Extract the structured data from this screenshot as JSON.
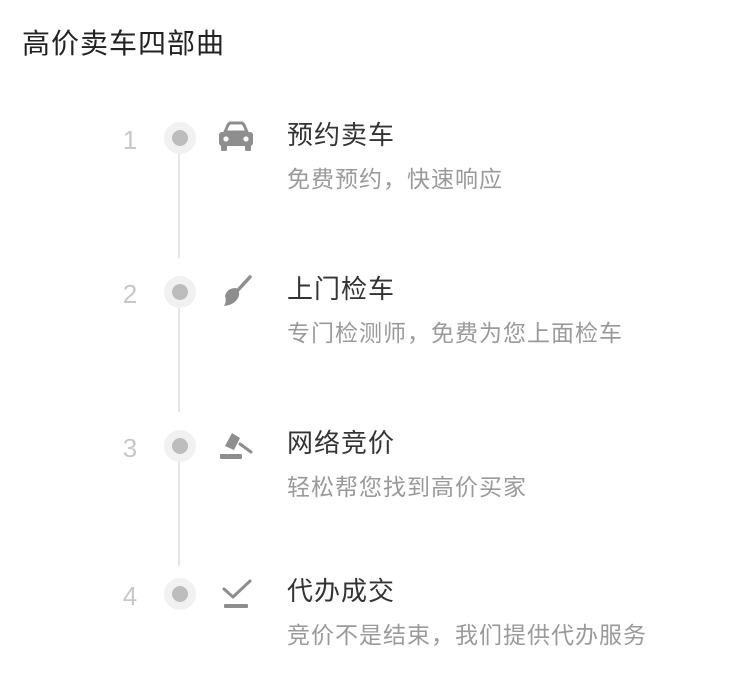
{
  "page": {
    "title": "高价卖车四部曲"
  },
  "steps": [
    {
      "number": "1",
      "icon": "car-icon",
      "title": "预约卖车",
      "desc": "免费预约，快速响应"
    },
    {
      "number": "2",
      "icon": "brush-icon",
      "title": "上门检车",
      "desc": "专门检测师，免费为您上面检车"
    },
    {
      "number": "3",
      "icon": "gavel-icon",
      "title": "网络竞价",
      "desc": "轻松帮您找到高价买家"
    },
    {
      "number": "4",
      "icon": "checkmark-icon",
      "title": "代办成交",
      "desc": "竞价不是结束，我们提供代办服务"
    }
  ],
  "colors": {
    "line": "#e6e6e6",
    "dot": "#bdbdbd",
    "dot_halo": "#f1f1f1",
    "icon": "#8e8e8e",
    "desc": "#9a9a9a"
  }
}
